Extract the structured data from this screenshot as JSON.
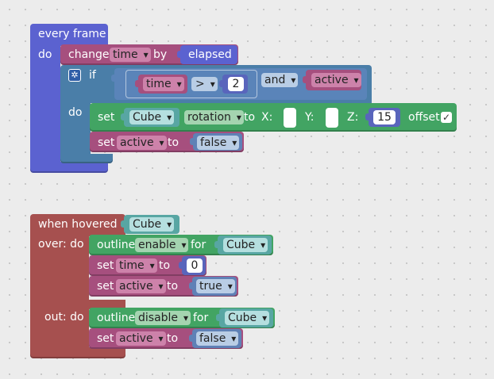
{
  "every_frame": {
    "title": "every frame",
    "do": "do",
    "change": {
      "label": "change",
      "var": "time",
      "by": "by",
      "value": "elapsed"
    },
    "if_block": {
      "if": "if",
      "do": "do",
      "cond_var": "time",
      "op": ">",
      "num": "2",
      "and": "and",
      "right_var": "active"
    },
    "set_rotation": {
      "set": "set",
      "object": "Cube",
      "prop": "rotation",
      "to": "to",
      "x_label": "X:",
      "x_value": "",
      "y_label": "Y:",
      "y_value": "",
      "z_label": "Z:",
      "z_value": "15",
      "offset": "offset",
      "offset_checked": "✓"
    },
    "set_active": {
      "set": "set",
      "var": "active",
      "to": "to",
      "value": "false"
    }
  },
  "when_hovered": {
    "title": "when hovered",
    "object": "Cube",
    "over_do": "over: do",
    "out_do": "out: do",
    "over_outline": {
      "label": "outline",
      "mode": "enable",
      "for": "for",
      "object": "Cube"
    },
    "over_set_time": {
      "set": "set",
      "var": "time",
      "to": "to",
      "value": "0"
    },
    "over_set_active": {
      "set": "set",
      "var": "active",
      "to": "to",
      "value": "true"
    },
    "out_outline": {
      "label": "outline",
      "mode": "disable",
      "for": "for",
      "object": "Cube"
    },
    "out_set_active": {
      "set": "set",
      "var": "active",
      "to": "to",
      "value": "false"
    }
  },
  "icons": {
    "mutator": "gear-icon",
    "dropdown": "chevron-down-icon",
    "checkbox": "check-icon"
  },
  "colors": {
    "event": "#5b62d0",
    "hover_event": "#a6504f",
    "variable": "#a64f7e",
    "control": "#4a7ea8",
    "logic": "#5a84b9",
    "object": "#42a463",
    "number": "#5965bc",
    "boolean": "#5f81b6",
    "cube": "#58a6a3"
  }
}
